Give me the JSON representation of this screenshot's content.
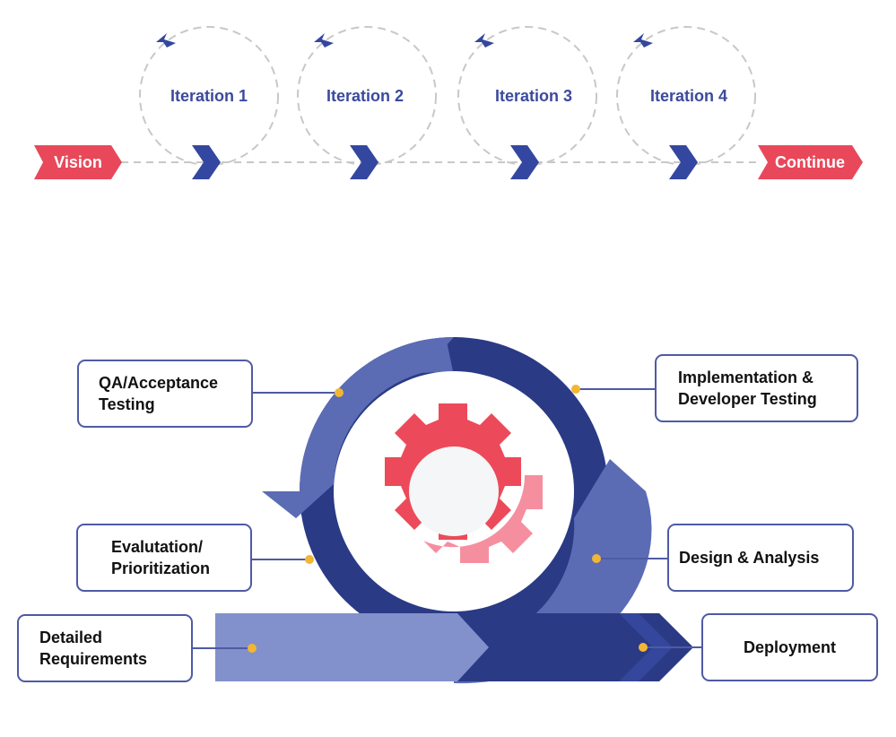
{
  "timeline": {
    "start_label": "Vision",
    "end_label": "Continue",
    "iterations": [
      {
        "label": "Iteration 1"
      },
      {
        "label": "Iteration 2"
      },
      {
        "label": "Iteration 3"
      },
      {
        "label": "Iteration 4"
      }
    ]
  },
  "cycle": {
    "stages": {
      "qa": "QA/Acceptance Testing",
      "implementation": "Implementation & Developer Testing",
      "evaluation": "Evalutation/ Prioritization",
      "design": "Design & Analysis",
      "requirements": "Detailed Requirements",
      "deployment": "Deployment"
    }
  },
  "colors": {
    "accent_red": "#e8485a",
    "navy": "#2a3a85",
    "mid_blue": "#5b6cb5",
    "light_blue": "#8291cb",
    "gear_red": "#ec4a5a",
    "gear_pink": "#f58fa0",
    "dot_yellow": "#f2b632",
    "dash_gray": "#c8c8c8"
  }
}
